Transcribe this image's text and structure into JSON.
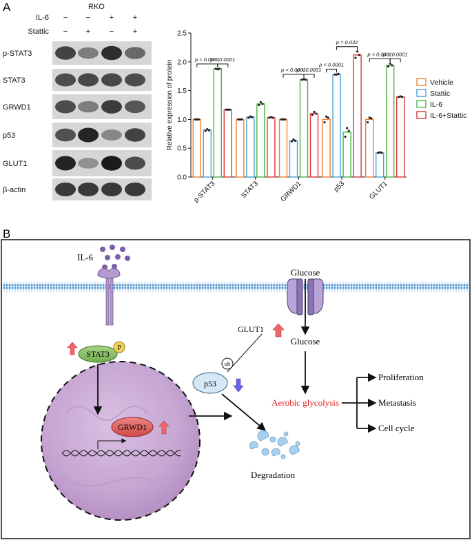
{
  "panel_a_label": "A",
  "panel_b_label": "B",
  "blot": {
    "cell_line": "RKO",
    "treatments": [
      {
        "label": "IL-6",
        "signs": [
          "−",
          "−",
          "+",
          "+"
        ]
      },
      {
        "label": "Stattic",
        "signs": [
          "−",
          "+",
          "−",
          "+"
        ]
      }
    ],
    "proteins": [
      "p-STAT3",
      "STAT3",
      "GRWD1",
      "p53",
      "GLUT1",
      "β-actin"
    ]
  },
  "chart_data": {
    "type": "bar",
    "ylabel": "Relative expression of protein",
    "xlabel": "",
    "ylim": [
      0,
      2.5
    ],
    "yticks": [
      "0.0",
      "0.5",
      "1.0",
      "1.5",
      "2.0",
      "2.5"
    ],
    "categories": [
      "p-STAT3",
      "STAT3",
      "GRWD1",
      "p53",
      "GLUT1"
    ],
    "series": [
      {
        "name": "Vehicle",
        "color": "#f07f2d",
        "values": [
          1.0,
          1.0,
          1.0,
          1.0,
          1.0
        ]
      },
      {
        "name": "Stattic",
        "color": "#3fa3dc",
        "values": [
          0.82,
          1.04,
          0.63,
          1.78,
          0.42
        ]
      },
      {
        "name": "IL-6",
        "color": "#4cb23f",
        "values": [
          1.88,
          1.27,
          1.69,
          0.78,
          1.94
        ]
      },
      {
        "name": "IL-6+Stattic",
        "color": "#e0333a",
        "values": [
          1.17,
          1.03,
          1.1,
          2.12,
          1.39
        ]
      }
    ],
    "points": [
      [
        [
          1.0,
          1.0,
          1.0
        ],
        [
          0.8,
          0.83,
          0.81
        ],
        [
          1.88,
          1.87,
          1.88
        ],
        [
          1.17,
          1.17,
          1.17
        ]
      ],
      [
        [
          1.0,
          1.0,
          1.0
        ],
        [
          1.03,
          1.05,
          1.04
        ],
        [
          1.25,
          1.3,
          1.27
        ],
        [
          1.03,
          1.04,
          1.03
        ]
      ],
      [
        [
          1.0,
          1.0,
          1.0
        ],
        [
          0.62,
          0.65,
          0.63
        ],
        [
          1.69,
          1.7,
          1.69
        ],
        [
          1.08,
          1.13,
          1.1
        ]
      ],
      [
        [
          0.95,
          1.05,
          1.03
        ],
        [
          1.78,
          1.78,
          1.79
        ],
        [
          0.7,
          0.85,
          0.8
        ],
        [
          2.07,
          2.18,
          2.12
        ]
      ],
      [
        [
          0.95,
          1.03,
          1.02
        ],
        [
          0.42,
          0.43,
          0.42
        ],
        [
          1.92,
          1.97,
          1.94
        ],
        [
          1.39,
          1.4,
          1.39
        ]
      ]
    ],
    "significance": [
      {
        "category": 0,
        "from": 0,
        "to": 2,
        "label": "p < 0.0001"
      },
      {
        "category": 0,
        "from": 2,
        "to": 3,
        "label": "p < 0.0001"
      },
      {
        "category": 2,
        "from": 0,
        "to": 2,
        "label": "p < 0.0001"
      },
      {
        "category": 2,
        "from": 2,
        "to": 3,
        "label": "p < 0.0001"
      },
      {
        "category": 3,
        "from": 0,
        "to": 1,
        "label": "p < 0.0001"
      },
      {
        "category": 3,
        "from": 1,
        "to": 3,
        "label": "p = 0.032"
      },
      {
        "category": 4,
        "from": 0,
        "to": 2,
        "label": "p < 0.0001"
      },
      {
        "category": 4,
        "from": 2,
        "to": 3,
        "label": "p < 0.0001"
      }
    ],
    "legend_position": "right"
  },
  "diagram": {
    "il6": "IL-6",
    "stat3": "STAT3",
    "phospho": "P",
    "glucose_out": "Glucose",
    "glucose_in": "Glucose",
    "glut1": "GLUT1",
    "p53": "p53",
    "ub": "ub",
    "grwd1": "GRWD1",
    "aerobic": "Aerobic glycolysis",
    "outcomes": [
      "Proliferation",
      "Metastasis",
      "Cell cycle"
    ],
    "degradation": "Degradation",
    "colors": {
      "up_arrow": "#f06767",
      "down_arrow": "#6b62e8",
      "stat3_fill": "#8fc46b",
      "p_fill": "#f4d35a",
      "grwd1_fill": "#e36464",
      "p53_fill": "#d5e8f6",
      "nucleus": "#c9a8d4",
      "aerobic_text": "#e21f1f",
      "membrane": "#5b9bd1"
    }
  }
}
